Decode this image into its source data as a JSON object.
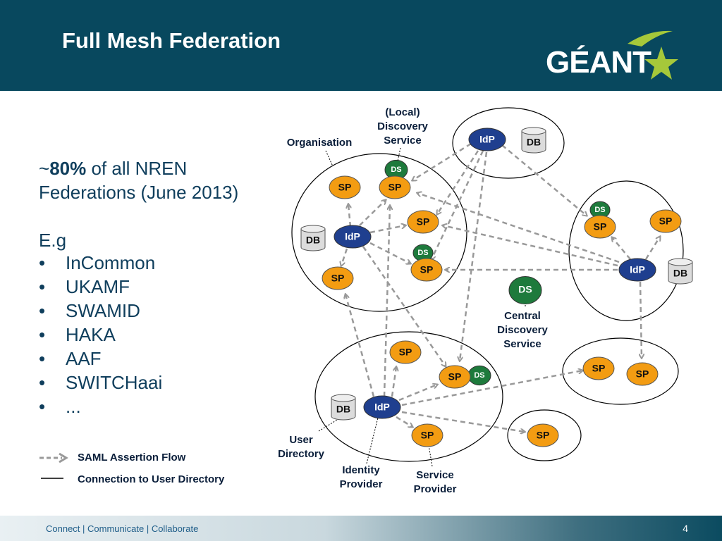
{
  "slide": {
    "title": "Full Mesh Federation",
    "logo_text": "GÉANT",
    "page_number": "4",
    "footer": "Connect | Communicate | Collaborate"
  },
  "left_panel": {
    "stat_prefix": "~",
    "stat_value": "80%",
    "stat_rest": " of all NREN",
    "stat_line2": "Federations (June 2013)",
    "eg": "E.g",
    "bullet_char": "•",
    "bullets": [
      "InCommon",
      "UKAMF",
      "SWAMID",
      "HAKA",
      "AAF",
      "SWITCHaai",
      "..."
    ]
  },
  "legend": {
    "saml": "SAML Assertion Flow",
    "connection": "Connection to  User Directory"
  },
  "diagram": {
    "labels": {
      "organisation": "Organisation",
      "local_ds": [
        "(Local)",
        "Discovery",
        "Service"
      ],
      "central_ds": [
        "Central",
        "Discovery",
        "Service"
      ],
      "user_directory": [
        "User",
        "Directory"
      ],
      "identity_provider": [
        "Identity",
        "Provider"
      ],
      "service_provider": [
        "Service",
        "Provider"
      ]
    },
    "node_text": {
      "idp": "IdP",
      "sp": "SP",
      "db": "DB",
      "ds": "DS"
    },
    "colors": {
      "idp": "#1f3f8f",
      "sp": "#f39c12",
      "ds": "#1e7a3c",
      "db": "#dcdcdc",
      "arrow": "#999999",
      "header": "#08485e",
      "star": "#a6c83a"
    }
  }
}
